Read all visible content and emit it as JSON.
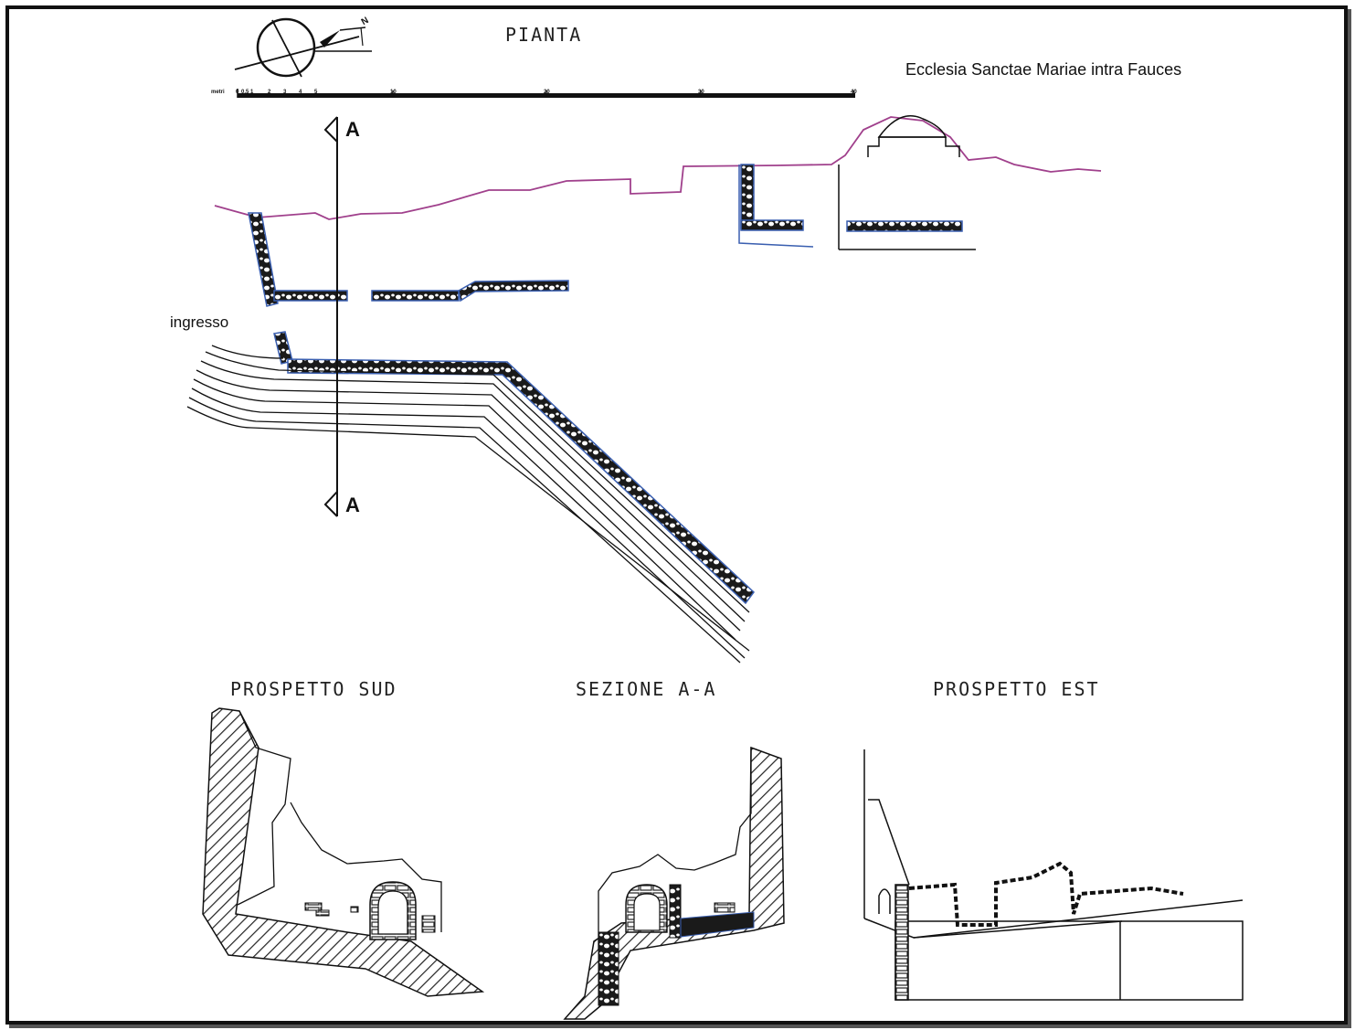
{
  "title_plan": "PIANTA",
  "church_name": "Ecclesia Sanctae Mariae intra Fauces",
  "entrance_label": "ingresso",
  "section_marker": "A",
  "north_label": "N",
  "scale": {
    "unit": "metri",
    "ticks": [
      "0",
      "0.5",
      "1",
      "2",
      "3",
      "4",
      "5",
      "10",
      "20",
      "30",
      "40"
    ]
  },
  "titles": {
    "south_elevation": "PROSPETTO SUD",
    "section": "SEZIONE A-A",
    "east_elevation": "PROSPETTO EST"
  },
  "colors": {
    "terrain_line": "#a0408c",
    "wall_outline": "#3a5fb0",
    "ink": "#111111"
  }
}
